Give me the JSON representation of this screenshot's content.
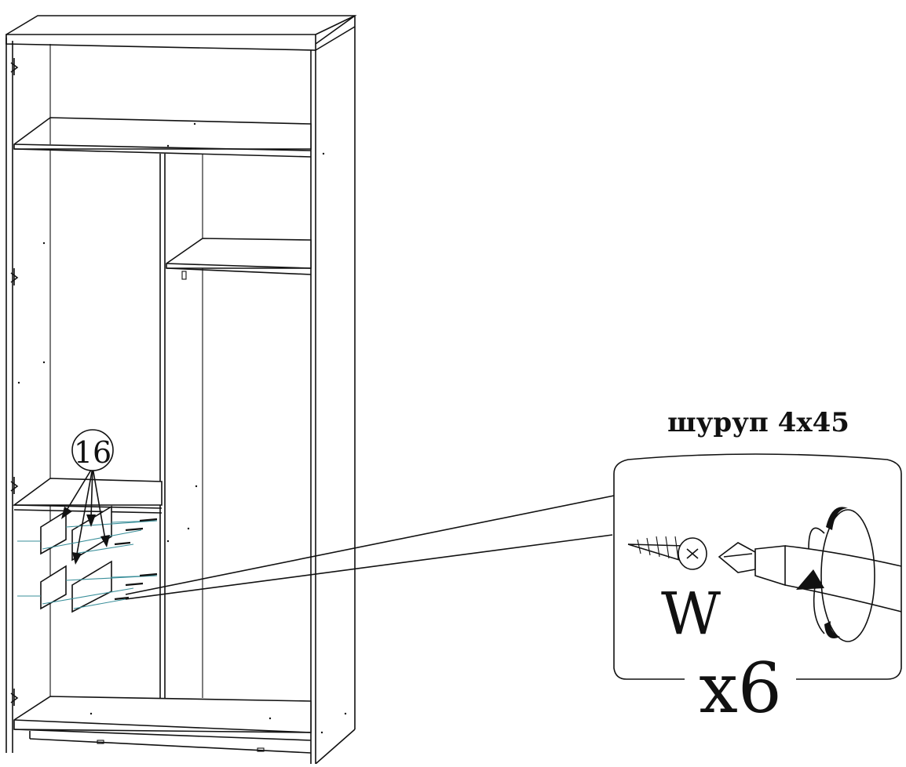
{
  "diagram": {
    "part_number": "16",
    "screw_label": "шуруп 4х45",
    "fastener_code": "W",
    "quantity": "x6",
    "icons": [
      "wardrobe-illustration",
      "screw-icon",
      "screwdriver-icon",
      "rotation-arrow-icon",
      "pointer-arrow-icon"
    ],
    "colors": {
      "line": "#111111",
      "guide": "#3a8f9a",
      "background": "#ffffff"
    }
  }
}
